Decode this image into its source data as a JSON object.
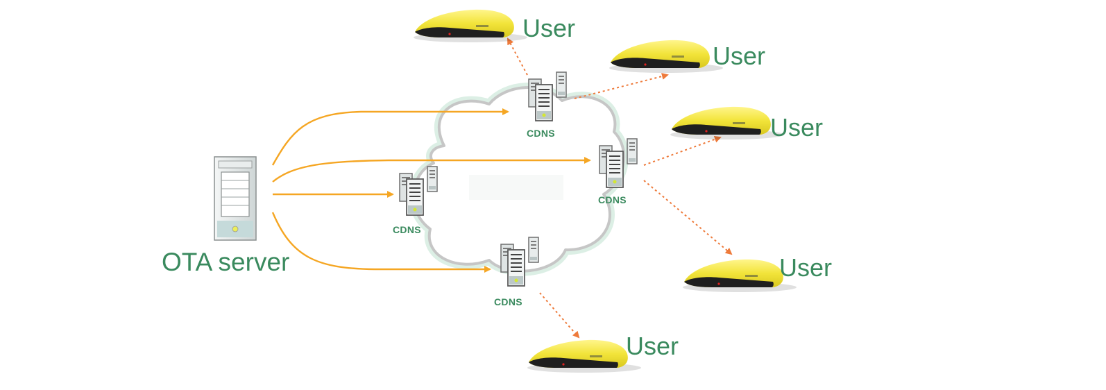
{
  "server": {
    "label": "OTA server",
    "icon": "tower-server-icon"
  },
  "cdns_nodes": [
    {
      "id": "cdns-top",
      "label": "CDNS"
    },
    {
      "id": "cdns-right",
      "label": "CDNS"
    },
    {
      "id": "cdns-left",
      "label": "CDNS"
    },
    {
      "id": "cdns-bottom",
      "label": "CDNS"
    }
  ],
  "users": [
    {
      "id": "user-1",
      "label": "User"
    },
    {
      "id": "user-2",
      "label": "User"
    },
    {
      "id": "user-3",
      "label": "User"
    },
    {
      "id": "user-4",
      "label": "User"
    },
    {
      "id": "user-5",
      "label": "User"
    }
  ],
  "colors": {
    "label_green": "#3a8a5e",
    "server_arrow": "#f5a623",
    "user_arrow": "#ee7a3a",
    "device_yellow": "#f2e43a",
    "cloud_gray": "#c8c8c8",
    "cloud_glow": "#cde9dc"
  }
}
